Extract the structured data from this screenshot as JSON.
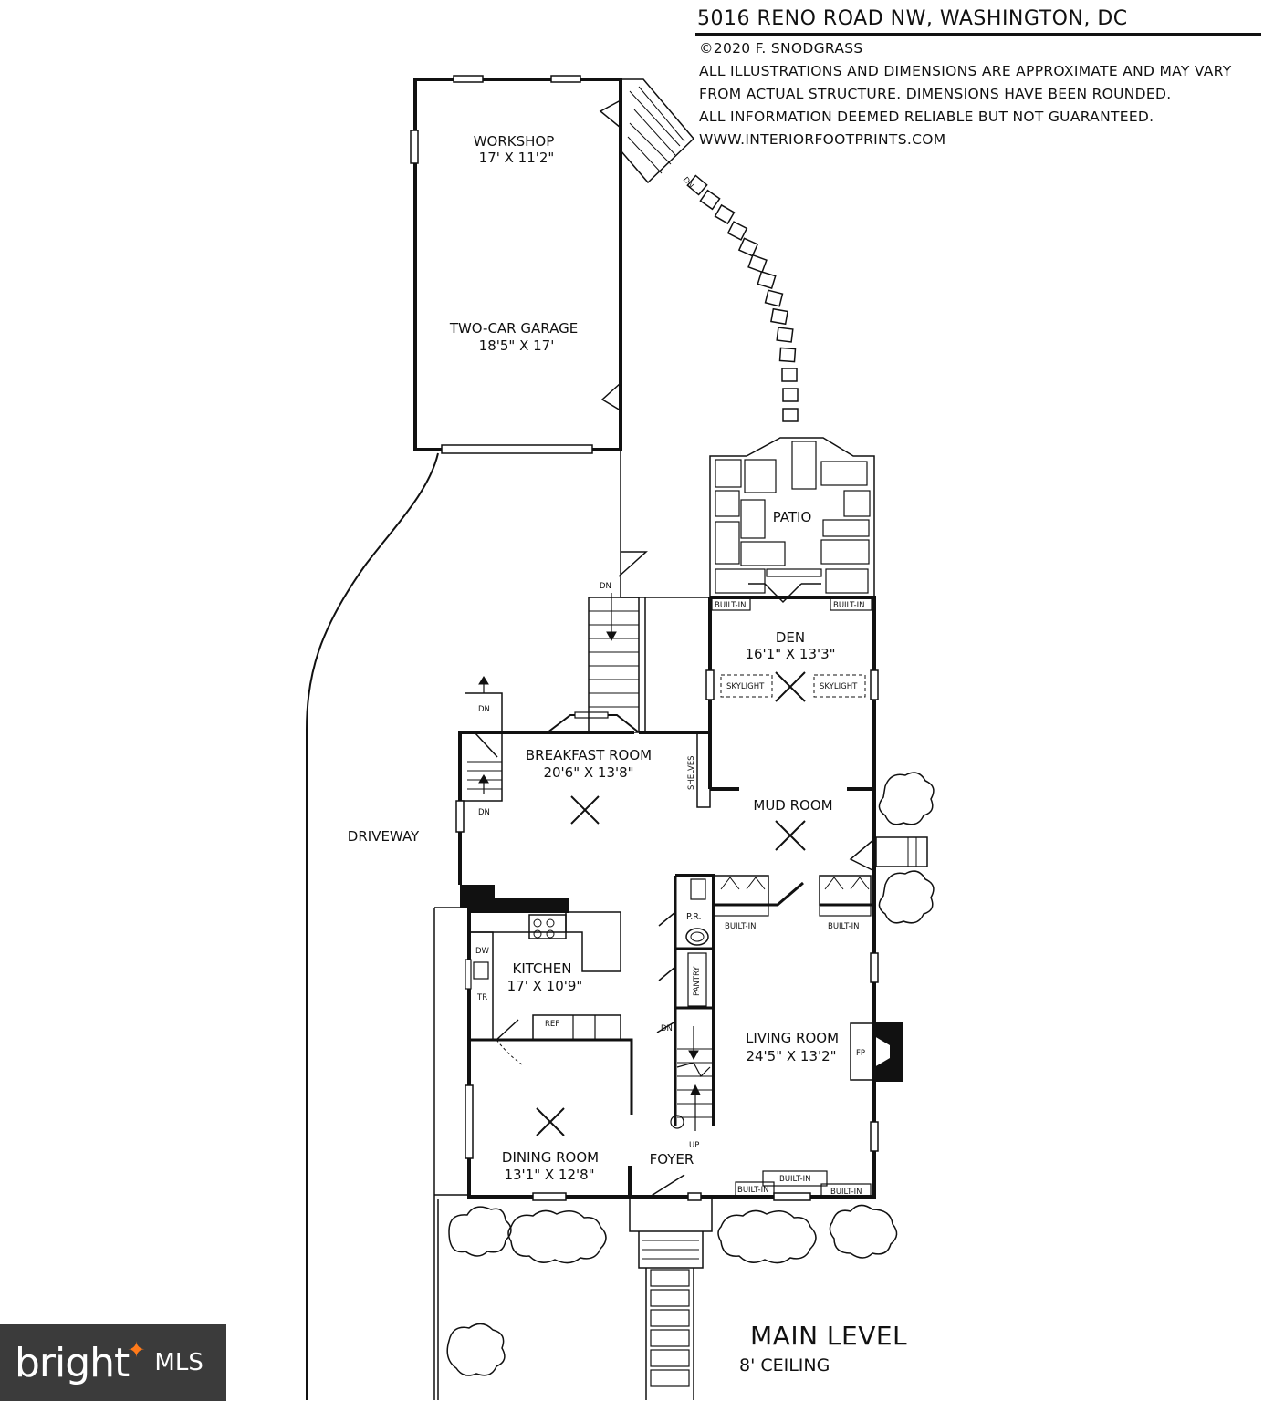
{
  "header": {
    "address": "5016 RENO ROAD NW, WASHINGTON, DC",
    "copyright": "©2020 F. SNODGRASS",
    "disclaimer_1": "ALL ILLUSTRATIONS AND DIMENSIONS ARE APPROXIMATE AND MAY VARY",
    "disclaimer_2": "FROM ACTUAL STRUCTURE. DIMENSIONS HAVE BEEN ROUNDED.",
    "disclaimer_3": "ALL INFORMATION DEEMED RELIABLE BUT NOT GUARANTEED.",
    "website": "WWW.INTERIORFOOTPRINTS.COM"
  },
  "level": {
    "name": "MAIN LEVEL",
    "ceiling": "8' CEILING"
  },
  "rooms": {
    "workshop": {
      "name": "WORKSHOP",
      "size": "17' X 11'2\""
    },
    "garage": {
      "name": "TWO-CAR GARAGE",
      "size": "18'5\" X 17'"
    },
    "patio": {
      "name": "PATIO"
    },
    "den": {
      "name": "DEN",
      "size": "16'1\" X 13'3\""
    },
    "breakfast": {
      "name": "BREAKFAST ROOM",
      "size": "20'6\" X 13'8\""
    },
    "mud": {
      "name": "MUD ROOM"
    },
    "kitchen": {
      "name": "KITCHEN",
      "size": "17' X 10'9\""
    },
    "living": {
      "name": "LIVING ROOM",
      "size": "24'5\" X 13'2\""
    },
    "dining": {
      "name": "DINING ROOM",
      "size": "13'1\" X 12'8\""
    },
    "foyer": {
      "name": "FOYER"
    },
    "driveway": {
      "name": "DRIVEWAY"
    }
  },
  "fixtures": {
    "dn": "DN",
    "up": "UP",
    "built_in": "BUILT-IN",
    "skylight": "SKYLIGHT",
    "shelves": "SHELVES",
    "pantry": "PANTRY",
    "powder_room": "P.R.",
    "dishwasher": "DW",
    "trash": "TR",
    "refrigerator": "REF",
    "fireplace": "FP"
  },
  "logo": {
    "word": "bright",
    "suffix": "MLS",
    "dot_color": "#ff7a1a"
  }
}
